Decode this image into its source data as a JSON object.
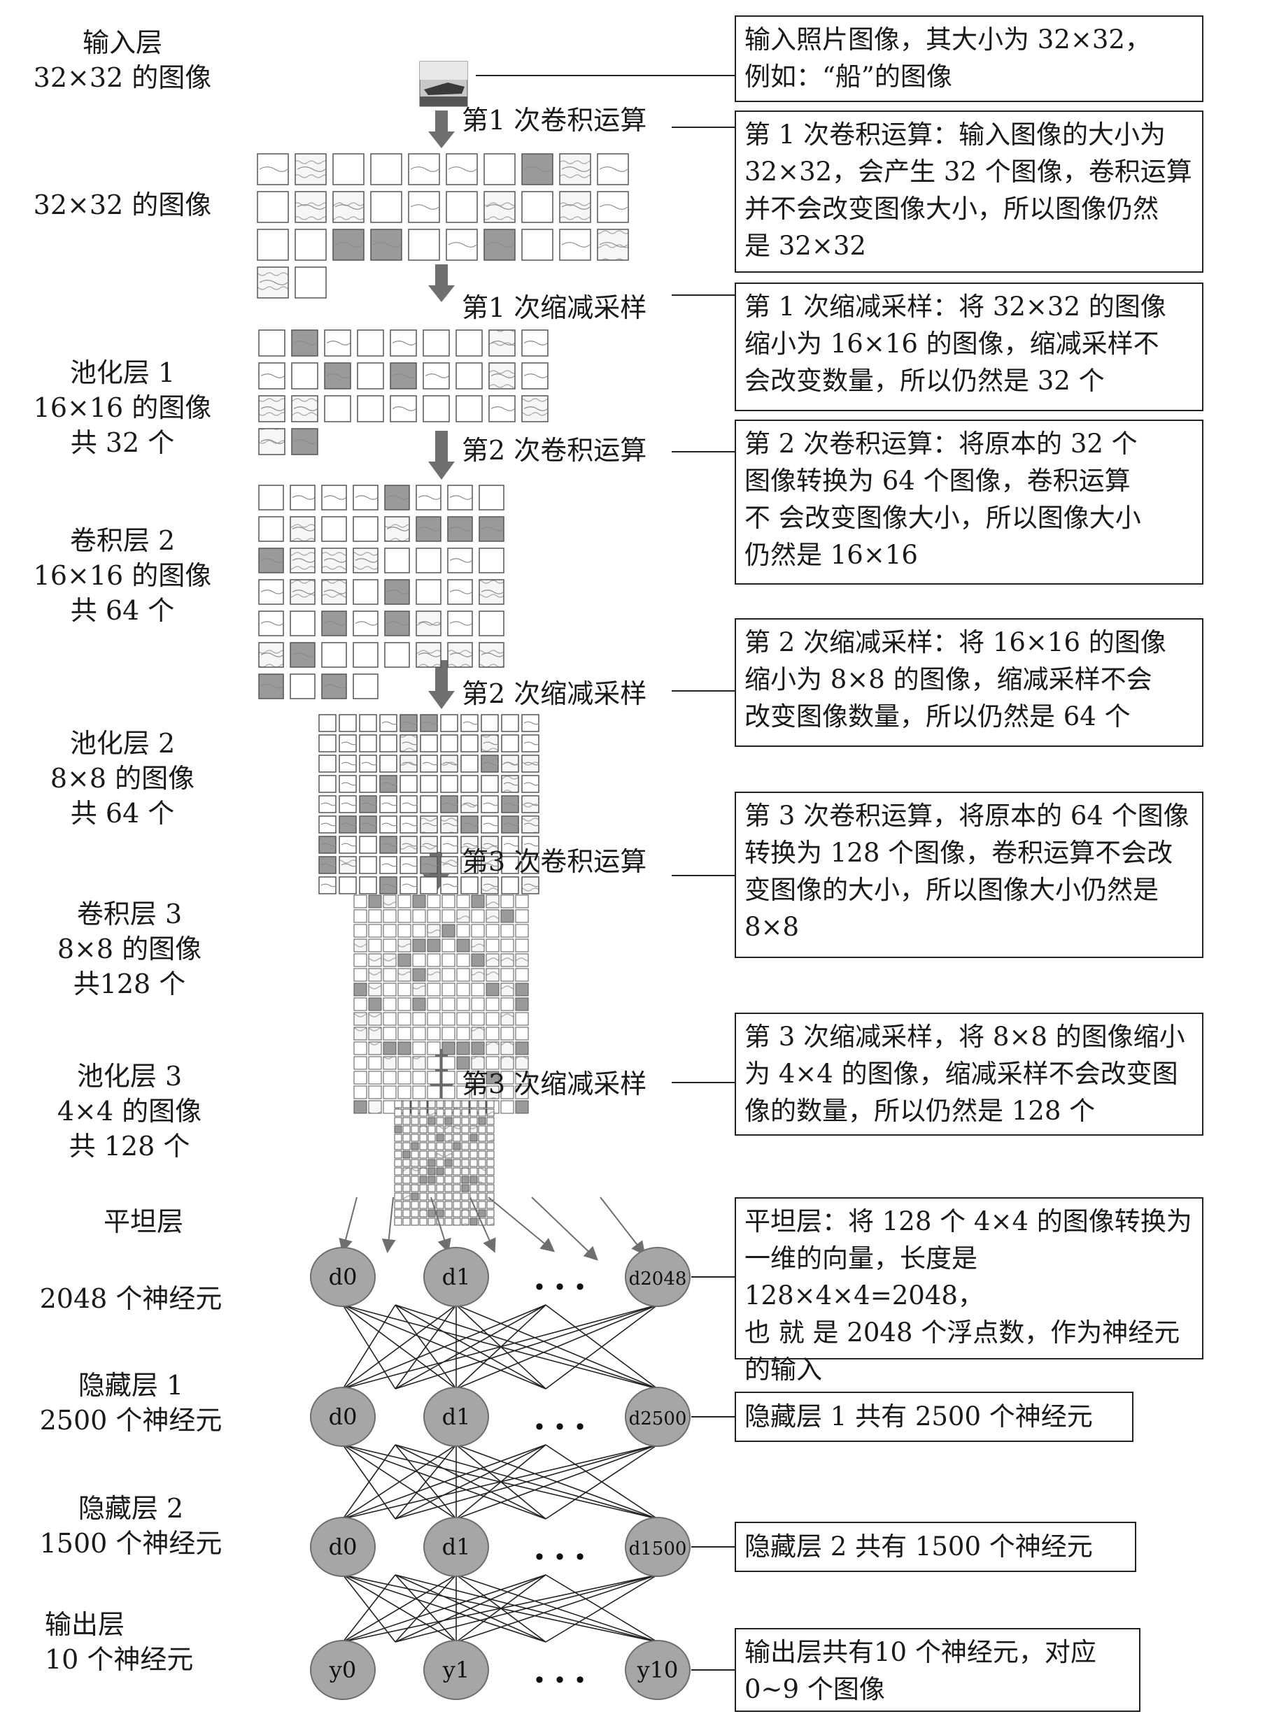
{
  "left_labels": [
    {
      "key": "input",
      "text": "输入层\n32×32 的图像"
    },
    {
      "key": "conv1",
      "text": "32×32 的图像"
    },
    {
      "key": "pool1",
      "text": "池化层 1\n16×16 的图像\n共 32 个"
    },
    {
      "key": "conv2",
      "text": "卷积层 2\n16×16 的图像\n共 64 个"
    },
    {
      "key": "pool2",
      "text": "池化层 2\n8×8 的图像\n共 64 个"
    },
    {
      "key": "conv3",
      "text": "卷积层 3\n8×8 的图像\n共128 个"
    },
    {
      "key": "pool3",
      "text": "池化层 3\n4×4 的图像\n共 128 个"
    },
    {
      "key": "flatten",
      "text": "平坦层"
    },
    {
      "key": "flatten_neurons",
      "text": "2048 个神经元"
    },
    {
      "key": "hidden1",
      "text": "隐藏层 1\n2500 个神经元"
    },
    {
      "key": "hidden2",
      "text": "隐藏层 2\n1500 个神经元"
    },
    {
      "key": "output",
      "text": "输出层\n10 个神经元"
    }
  ],
  "step_labels": [
    {
      "key": "conv1",
      "text": "第1 次卷积运算"
    },
    {
      "key": "pool1",
      "text": "第1 次缩减采样"
    },
    {
      "key": "conv2",
      "text": "第2 次卷积运算"
    },
    {
      "key": "pool2",
      "text": "第2 次缩减采样"
    },
    {
      "key": "conv3",
      "text": "第3 次卷积运算"
    },
    {
      "key": "pool3",
      "text": "第3 次缩减采样"
    }
  ],
  "descriptions": [
    {
      "key": "input",
      "text": "输入照片图像，其大小为 32×32，\n例如：“船”的图像"
    },
    {
      "key": "conv1",
      "text": "第 1 次卷积运算：输入图像的大小为\n32×32，会产生 32 个图像，卷积运算\n并不会改变图像大小，所以图像仍然\n是 32×32"
    },
    {
      "key": "pool1",
      "text": "第 1 次缩减采样：将 32×32 的图像\n缩小为 16×16 的图像，缩减采样不\n会改变数量，所以仍然是 32 个"
    },
    {
      "key": "conv2",
      "text": "第 2 次卷积运算：将原本的 32 个\n图像转换为 64 个图像，卷积运算\n不 会改变图像大小，所以图像大小\n仍然是 16×16"
    },
    {
      "key": "pool2",
      "text": "第 2 次缩减采样：将 16×16 的图像\n缩小为 8×8 的图像，缩减采样不会\n改变图像数量，所以仍然是 64 个"
    },
    {
      "key": "conv3",
      "text": "第 3 次卷积运算，将原本的 64 个图像\n转换为 128 个图像，卷积运算不会改\n变图像的大小，所以图像大小仍然是\n8×8"
    },
    {
      "key": "pool3",
      "text": "第 3 次缩减采样，将 8×8 的图像缩小\n为 4×4 的图像，缩减采样不会改变图\n像的数量，所以仍然是 128 个"
    },
    {
      "key": "flatten",
      "text": "平坦层：将 128 个 4×4 的图像转换为\n一维的向量，长度是 128×4×4=2048，\n也 就 是 2048 个浮点数，作为神经元\n的输入"
    },
    {
      "key": "hidden1",
      "text": "隐藏层 1 共有 2500 个神经元"
    },
    {
      "key": "hidden2",
      "text": "隐藏层 2 共有 1500 个神经元"
    },
    {
      "key": "output",
      "text": "输出层共有10 个神经元，对应\n0~9 个图像"
    }
  ],
  "neuron_layers": [
    {
      "key": "flatten",
      "nodes": [
        "d0",
        "d1",
        "d2048"
      ]
    },
    {
      "key": "hidden1",
      "nodes": [
        "d0",
        "d1",
        "d2500"
      ]
    },
    {
      "key": "hidden2",
      "nodes": [
        "d0",
        "d1",
        "d1500"
      ]
    },
    {
      "key": "output",
      "nodes": [
        "y0",
        "y1",
        "y10"
      ]
    }
  ],
  "ellipsis": "• • •",
  "colors": {
    "neuron_fill": "#a6a6a6",
    "neuron_stroke": "#6e6e6e",
    "arrow": "#6f6f6f",
    "line": "#222222",
    "box_border": "#222222"
  }
}
